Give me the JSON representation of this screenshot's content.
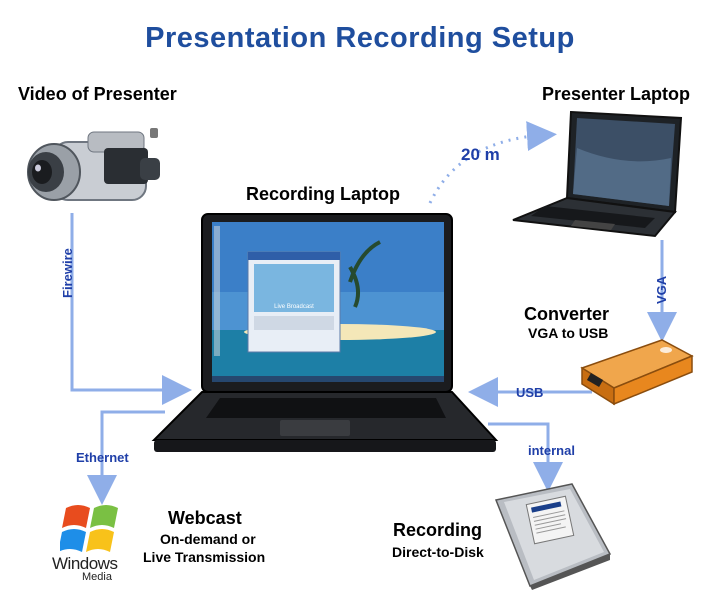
{
  "title": "Presentation Recording Setup",
  "nodes": {
    "video_presenter": "Video of Presenter",
    "presenter_laptop": "Presenter Laptop",
    "recording_laptop": "Recording Laptop",
    "converter": "Converter",
    "converter_sub": "VGA to USB",
    "webcast": "Webcast",
    "webcast_sub_1": "On-demand or",
    "webcast_sub_2": "Live Transmission",
    "recording": "Recording",
    "recording_sub": "Direct-to-Disk"
  },
  "connections": {
    "distance": "20 m",
    "firewire": "Firewire",
    "vga": "VGA",
    "usb": "USB",
    "ethernet": "Ethernet",
    "internal": "internal"
  },
  "logos": {
    "windows_media_1": "Windows",
    "windows_media_2": "Media"
  },
  "screen_window_title": "Live Broadcast",
  "colors": {
    "title": "#1f4e9e",
    "connector_line": "#8faee8",
    "connector_text": "#1f3fa8",
    "converter_body": "#e8871e"
  },
  "icons": [
    "camcorder-icon",
    "laptop-icon",
    "converter-icon",
    "hard-disk-icon",
    "windows-media-logo"
  ]
}
